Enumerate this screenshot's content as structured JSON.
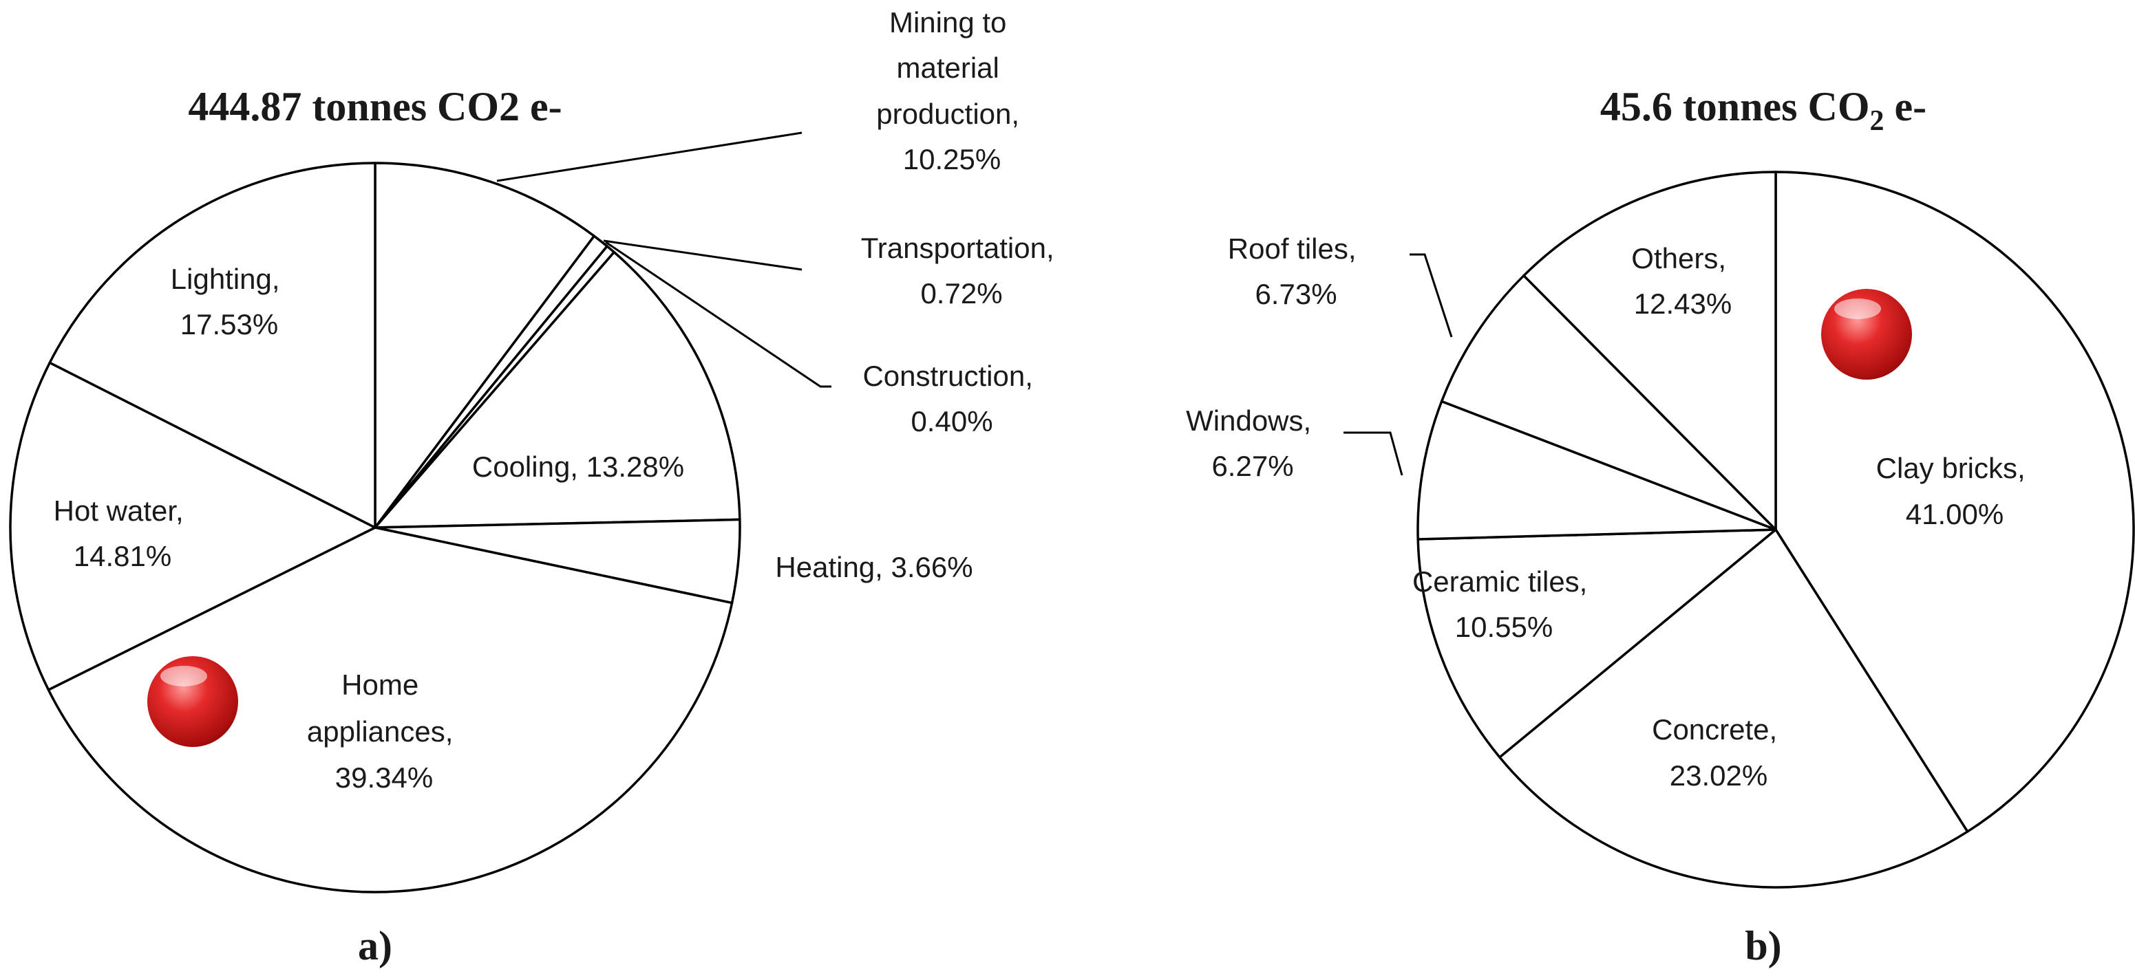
{
  "colors": {
    "marker": "#d9141b",
    "stroke": "#000000",
    "fill": "#ffffff"
  },
  "chart_data": [
    {
      "type": "pie",
      "panel": "a)",
      "title": "444.87 tonnes CO2 e-",
      "marker_icon": "red-sphere-icon",
      "slices": [
        {
          "label": "Mining to material production,",
          "value": 10.25,
          "value_label": "10.25%"
        },
        {
          "label": "Transportation,",
          "value": 0.72,
          "value_label": "0.72%"
        },
        {
          "label": "Construction,",
          "value": 0.4,
          "value_label": "0.40%"
        },
        {
          "label": "Cooling,",
          "value": 13.28,
          "value_label": "13.28%"
        },
        {
          "label": "Heating,",
          "value": 3.66,
          "value_label": "3.66%"
        },
        {
          "label": "Home appliances,",
          "value": 39.34,
          "value_label": "39.34%"
        },
        {
          "label": "Hot water,",
          "value": 14.81,
          "value_label": "14.81%"
        },
        {
          "label": "Lighting,",
          "value": 17.53,
          "value_label": "17.53%"
        }
      ]
    },
    {
      "type": "pie",
      "panel": "b)",
      "title_main": "45.6 tonnes CO",
      "title_sub": "2",
      "title_tail": " e-",
      "marker_icon": "red-sphere-icon",
      "slices": [
        {
          "label": "Clay bricks,",
          "value": 41.0,
          "value_label": "41.00%"
        },
        {
          "label": "Concrete,",
          "value": 23.02,
          "value_label": "23.02%"
        },
        {
          "label": "Ceramic tiles,",
          "value": 10.55,
          "value_label": "10.55%"
        },
        {
          "label": "Windows,",
          "value": 6.27,
          "value_label": "6.27%"
        },
        {
          "label": "Roof tiles,",
          "value": 6.73,
          "value_label": "6.73%"
        },
        {
          "label": "Others,",
          "value": 12.43,
          "value_label": "12.43%"
        }
      ]
    }
  ]
}
